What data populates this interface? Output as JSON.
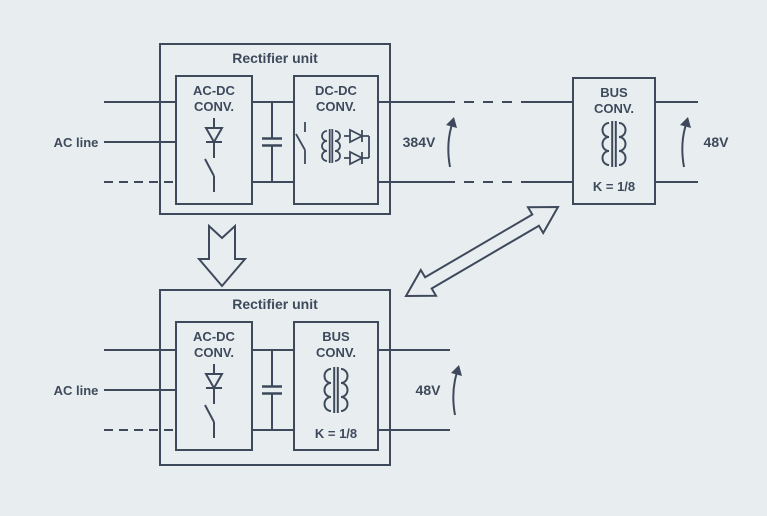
{
  "colors": {
    "background": "#e8eef0",
    "line": "#3e4a5c"
  },
  "top_unit": {
    "title": "Rectifier unit",
    "ac_line_label": "AC line",
    "acdc": {
      "line1": "AC-DC",
      "line2": "CONV."
    },
    "dcdc": {
      "line1": "DC-DC",
      "line2": "CONV."
    },
    "bus_voltage_label": "384V",
    "bus_converter": {
      "line1": "BUS",
      "line2": "CONV.",
      "ratio": "K = 1/8"
    },
    "output_voltage_label": "48V"
  },
  "bottom_unit": {
    "title": "Rectifier unit",
    "ac_line_label": "AC line",
    "acdc": {
      "line1": "AC-DC",
      "line2": "CONV."
    },
    "bus_converter": {
      "line1": "BUS",
      "line2": "CONV.",
      "ratio": "K = 1/8"
    },
    "output_voltage_label": "48V"
  }
}
